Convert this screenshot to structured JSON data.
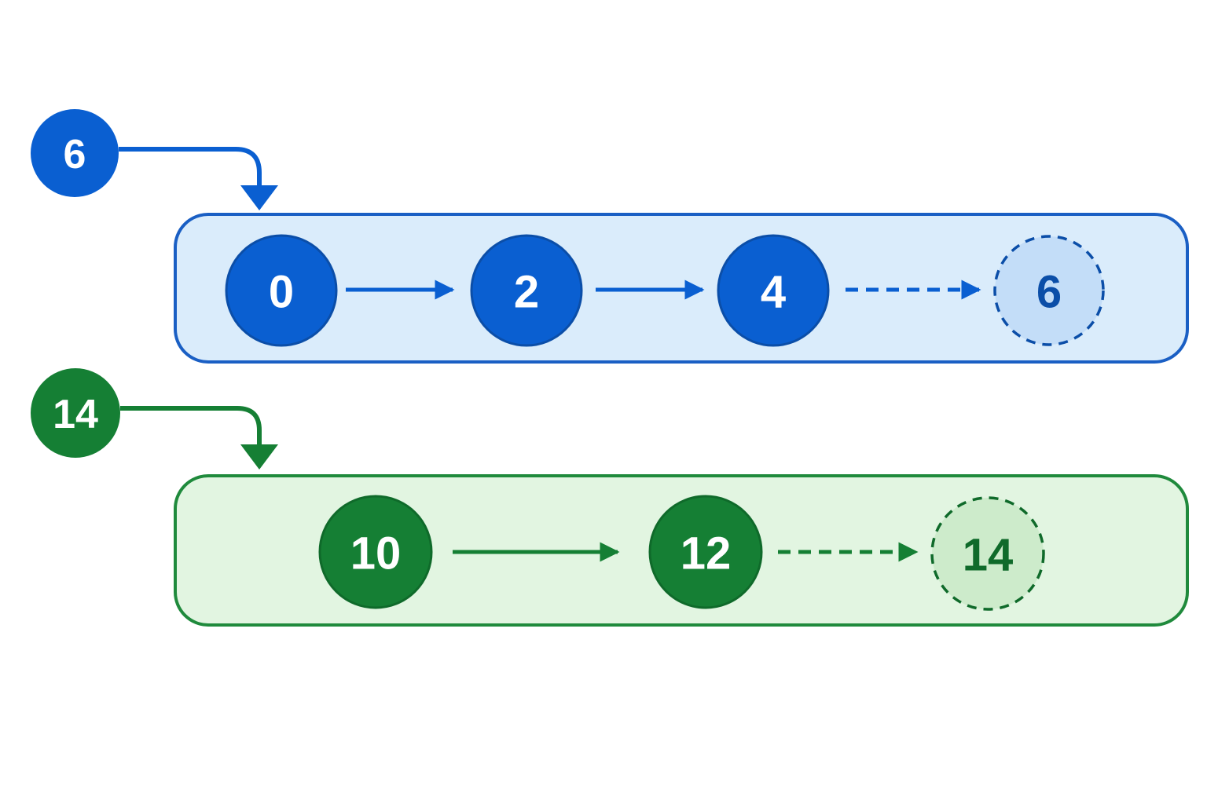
{
  "colors": {
    "blue_dark": "#0a5fd1",
    "blue_border": "#1a5fc4",
    "blue_fill": "#daecfb",
    "blue_pending_fill": "#c3ddf8",
    "blue_pending_text": "#0b4ea8",
    "green_dark": "#157f34",
    "green_border": "#1f8a3c",
    "green_fill": "#e2f5e1",
    "green_pending_fill": "#cdebcb",
    "green_pending_text": "#0f6a2a",
    "node_text": "#ffffff"
  },
  "lists": [
    {
      "name": "blue-list",
      "theme": "blue",
      "incoming": {
        "label": "6"
      },
      "nodes": [
        {
          "label": "0",
          "pending": false
        },
        {
          "label": "2",
          "pending": false
        },
        {
          "label": "4",
          "pending": false
        },
        {
          "label": "6",
          "pending": true
        }
      ]
    },
    {
      "name": "green-list",
      "theme": "green",
      "incoming": {
        "label": "14"
      },
      "nodes": [
        {
          "label": "10",
          "pending": false
        },
        {
          "label": "12",
          "pending": false
        },
        {
          "label": "14",
          "pending": true
        }
      ]
    }
  ]
}
